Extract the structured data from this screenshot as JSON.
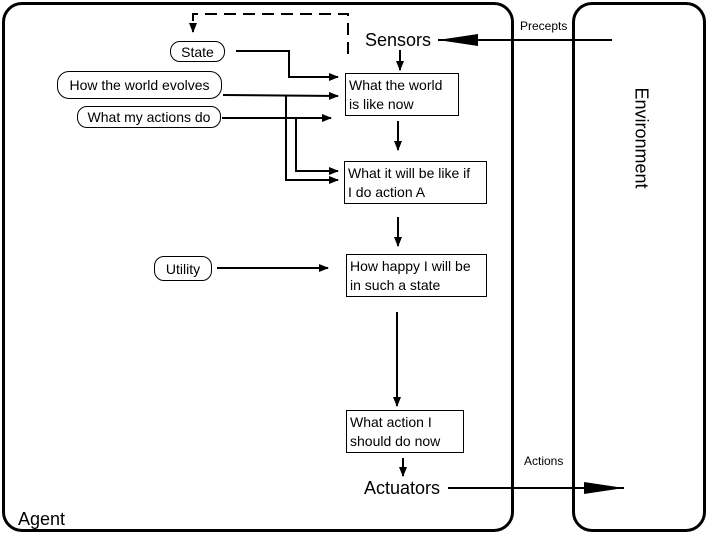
{
  "labels": {
    "agent": "Agent",
    "environment": "Environment",
    "sensors": "Sensors",
    "actuators": "Actuators",
    "precepts": "Precepts",
    "actions": "Actions"
  },
  "inputs": {
    "state": "State",
    "how_world_evolves": "How the world evolves",
    "what_my_actions_do": "What my actions do",
    "utility": "Utility"
  },
  "process": {
    "world_now": [
      "What the world",
      "is like now"
    ],
    "if_action": [
      "What it will be like if",
      "I do action A"
    ],
    "how_happy": [
      "How happy I will be",
      "in such a state"
    ],
    "what_action": [
      "What action I",
      "should do now"
    ]
  }
}
